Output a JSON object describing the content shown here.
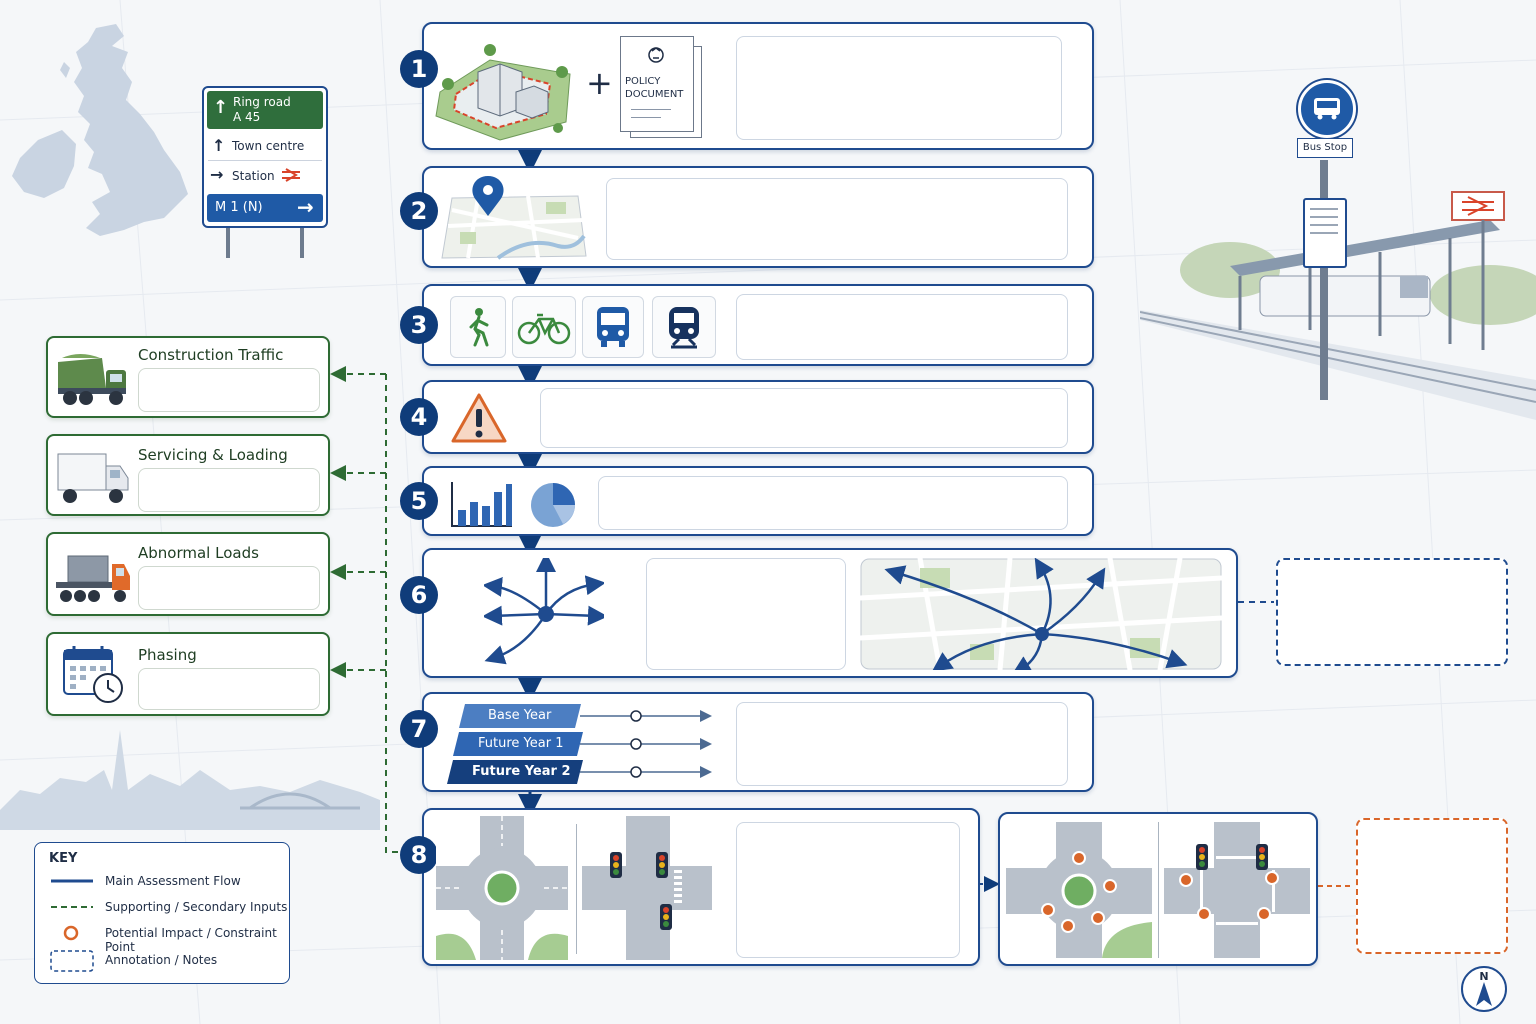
{
  "road_sign": {
    "ring_road": "Ring road",
    "ring_road_number": "A 45",
    "town_centre": "Town centre",
    "station": "Station",
    "motorway": "M 1 (N)"
  },
  "steps": [
    {
      "number": "1",
      "policy_label": "POLICY\nDOCUMENT"
    },
    {
      "number": "2"
    },
    {
      "number": "3"
    },
    {
      "number": "4"
    },
    {
      "number": "5"
    },
    {
      "number": "6"
    },
    {
      "number": "7"
    },
    {
      "number": "8"
    }
  ],
  "forecast_years": [
    "Base Year",
    "Future Year 1",
    "Future Year 2"
  ],
  "side_inputs": [
    {
      "label": "Construction Traffic"
    },
    {
      "label": "Servicing & Loading"
    },
    {
      "label": "Abnormal Loads"
    },
    {
      "label": "Phasing"
    }
  ],
  "bus_stop_label": "Bus Stop",
  "key": {
    "title": "KEY",
    "items": [
      "Main Assessment Flow",
      "Supporting / Secondary Inputs",
      "Potential Impact / Constraint Point",
      "Annotation / Notes"
    ]
  },
  "north_label": "N",
  "colors": {
    "primary": "#1f4b8f",
    "secondary": "#2e6b34",
    "impact": "#d9662a"
  }
}
